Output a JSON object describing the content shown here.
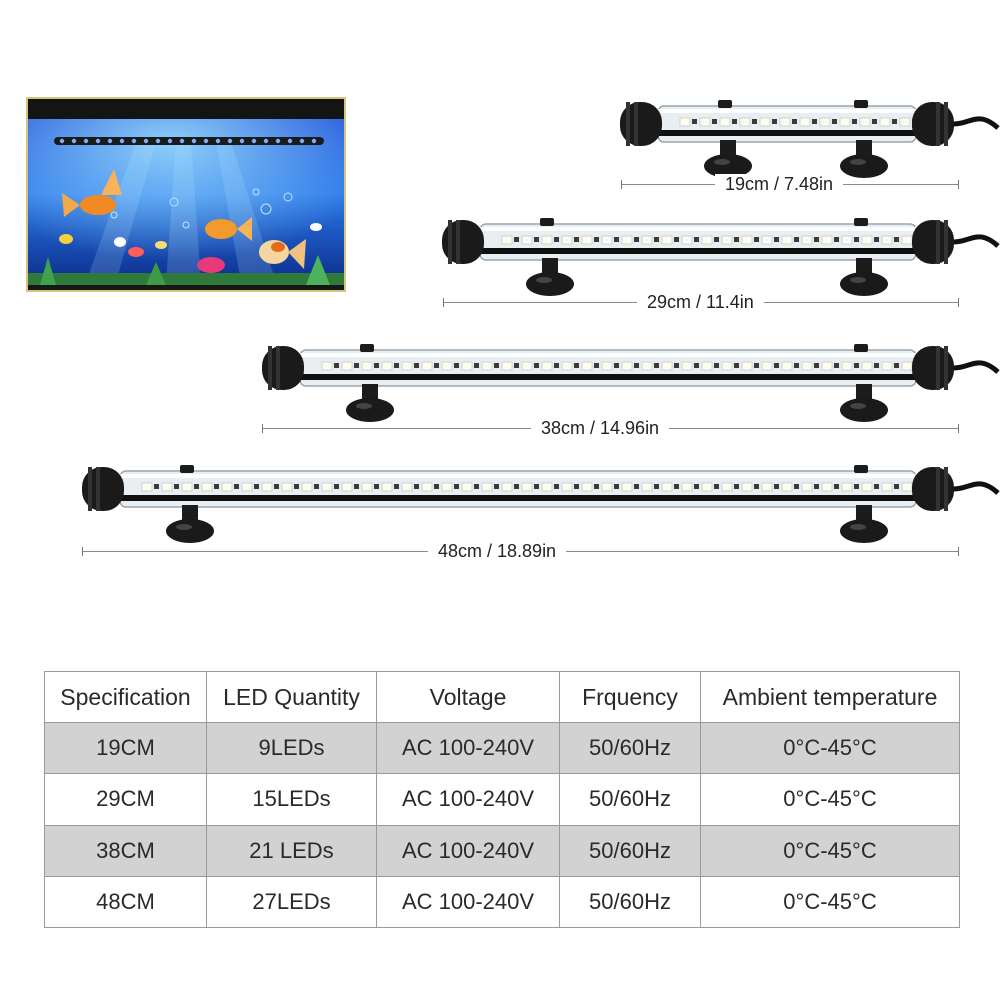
{
  "dimensions": [
    {
      "label": "19cm / 7.48in"
    },
    {
      "label": "29cm / 11.4in"
    },
    {
      "label": "38cm / 14.96in"
    },
    {
      "label": "48cm / 18.89in"
    }
  ],
  "spec_table": {
    "headers": [
      "Specification",
      "LED Quantity",
      "Voltage",
      "Frquency",
      "Ambient temperature"
    ],
    "rows": [
      [
        "19CM",
        "9LEDs",
        "AC 100-240V",
        "50/60Hz",
        "0°C-45°C"
      ],
      [
        "29CM",
        "15LEDs",
        "AC 100-240V",
        "50/60Hz",
        "0°C-45°C"
      ],
      [
        "38CM",
        "21 LEDs",
        "AC 100-240V",
        "50/60Hz",
        "0°C-45°C"
      ],
      [
        "48CM",
        "27LEDs",
        "AC 100-240V",
        "50/60Hz",
        "0°C-45°C"
      ]
    ]
  },
  "colors": {
    "water_blue": "#1a5bd6",
    "led_blue": "#7fb0ff",
    "table_shade": "#d2d2d2"
  }
}
